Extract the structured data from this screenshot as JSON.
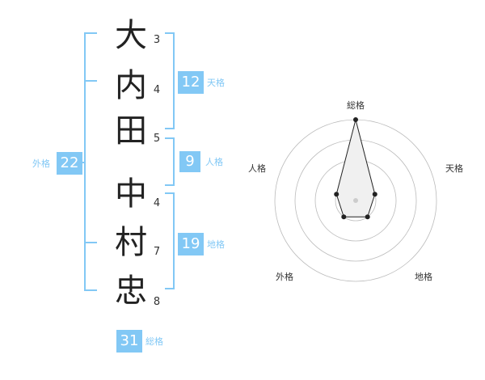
{
  "name": {
    "chars": [
      {
        "char": "大",
        "strokes": "3"
      },
      {
        "char": "内",
        "strokes": "4"
      },
      {
        "char": "田",
        "strokes": "5"
      },
      {
        "char": "中",
        "strokes": "4"
      },
      {
        "char": "村",
        "strokes": "7"
      },
      {
        "char": "忠",
        "strokes": "8"
      }
    ]
  },
  "fortunes": {
    "tenkaku": {
      "value": "12",
      "label": "天格"
    },
    "jinkaku": {
      "value": "9",
      "label": "人格"
    },
    "chikaku": {
      "value": "19",
      "label": "地格"
    },
    "gaikaku": {
      "value": "22",
      "label": "外格"
    },
    "soukaku": {
      "value": "31",
      "label": "総格"
    }
  },
  "chart_data": {
    "type": "radar",
    "axes": [
      "総格",
      "天格",
      "地格",
      "外格",
      "人格"
    ],
    "values": [
      4,
      1,
      1,
      1,
      1
    ],
    "max": 4,
    "rings": 4,
    "colors": {
      "line": "#222222",
      "fill": "#f0f0f0",
      "grid": "#bbbbbb"
    }
  }
}
